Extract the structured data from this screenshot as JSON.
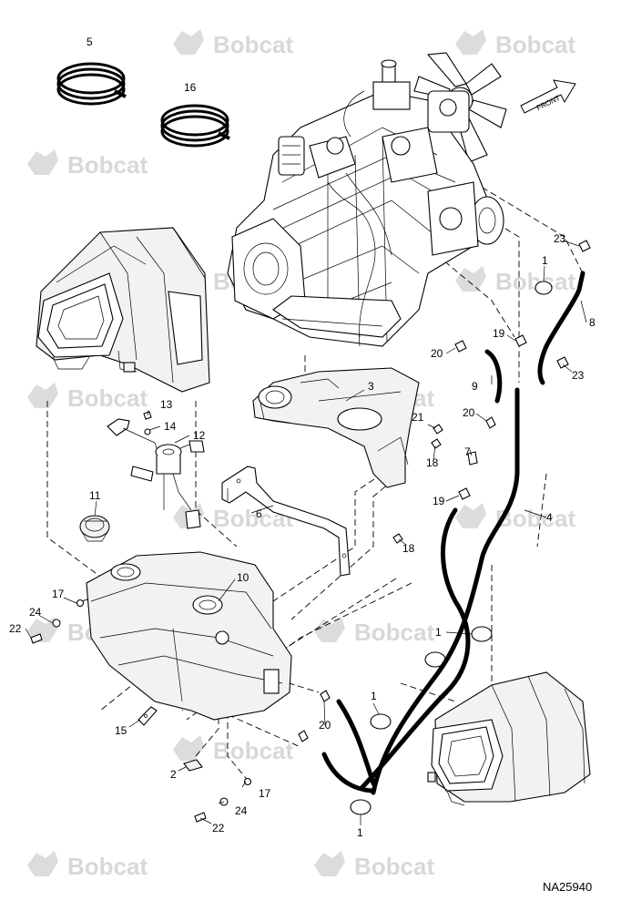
{
  "watermark": "Bobcat",
  "figure_code": "NA25940",
  "front_label": "FRONT",
  "callouts": {
    "c1a": "1",
    "c1b": "1",
    "c1c": "1",
    "c1d": "1",
    "c2": "2",
    "c3": "3",
    "c4": "4",
    "c5": "5",
    "c6": "6",
    "c7": "7",
    "c8": "8",
    "c9": "9",
    "c10": "10",
    "c11": "11",
    "c12": "12",
    "c13": "13",
    "c14": "14",
    "c15": "15",
    "c16": "16",
    "c17a": "17",
    "c17b": "17",
    "c18a": "18",
    "c18b": "18",
    "c19a": "19",
    "c19b": "19",
    "c20a": "20",
    "c20b": "20",
    "c20c": "20",
    "c21": "21",
    "c22a": "22",
    "c22b": "22",
    "c23a": "23",
    "c23b": "23",
    "c24a": "24",
    "c24b": "24"
  }
}
